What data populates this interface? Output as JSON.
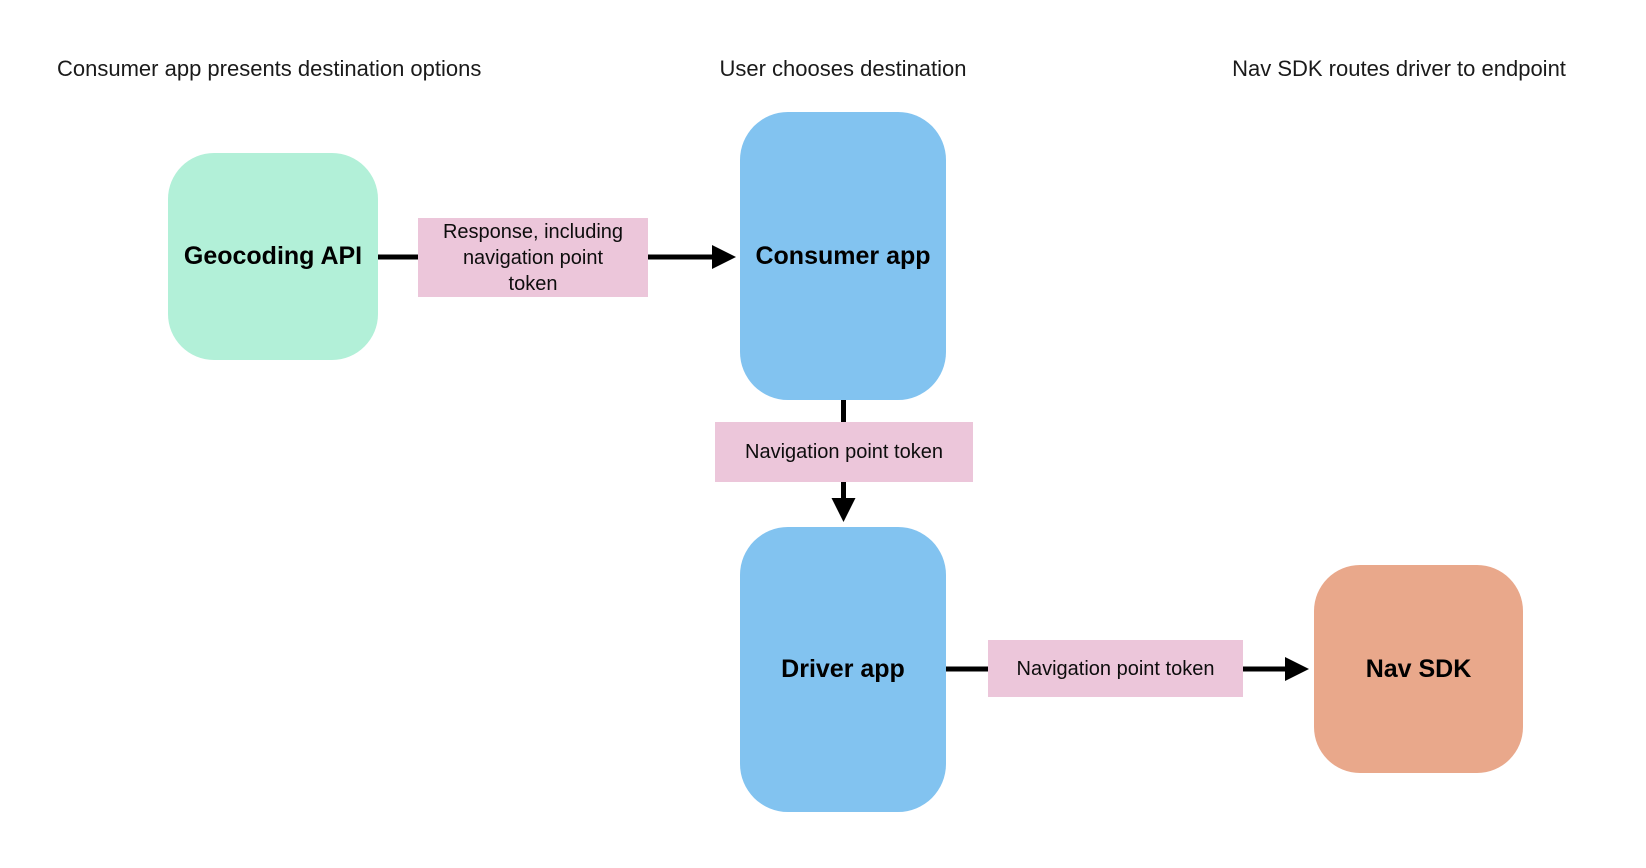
{
  "diagram": {
    "background": "#ffffff",
    "headers": [
      {
        "label": "Consumer app presents destination options"
      },
      {
        "label": "User chooses destination"
      },
      {
        "label": "Nav SDK routes driver to endpoint"
      }
    ],
    "nodes": [
      {
        "id": "geocoding-api",
        "label": "Geocoding API",
        "fill": "#b2f0d8"
      },
      {
        "id": "consumer-app",
        "label": "Consumer app",
        "fill": "#82c3f0"
      },
      {
        "id": "driver-app",
        "label": "Driver app",
        "fill": "#82c3f0"
      },
      {
        "id": "nav-sdk",
        "label": "Nav SDK",
        "fill": "#e9a88b"
      }
    ],
    "edges": [
      {
        "from": "geocoding-api",
        "to": "consumer-app",
        "label": "Response, including navigation point token",
        "label_lines": [
          "Response, including",
          "navigation point",
          "token"
        ],
        "label_fill": "#ecc6da",
        "arrow_color": "#000000"
      },
      {
        "from": "consumer-app",
        "to": "driver-app",
        "label": "Navigation point token",
        "label_fill": "#ecc6da",
        "arrow_color": "#000000"
      },
      {
        "from": "driver-app",
        "to": "nav-sdk",
        "label": "Navigation point token",
        "label_fill": "#ecc6da",
        "arrow_color": "#000000"
      }
    ]
  }
}
